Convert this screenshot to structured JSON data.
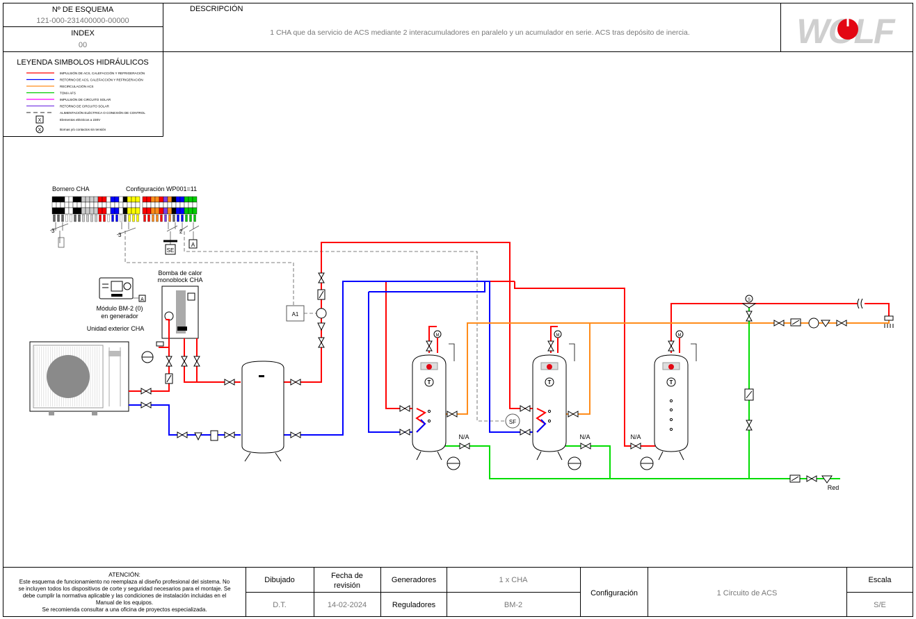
{
  "header": {
    "scheme_label": "Nº DE ESQUEMA",
    "scheme_number": "121-000-231400000-00000",
    "index_label": "INDEX",
    "index_value": "00",
    "description_label": "DESCRIPCIÓN",
    "description_text": "1 CHA que da servicio de ACS mediante 2 interacumuladores en paralelo y un acumulador en serie. ACS tras depósito de inercia.",
    "logo_text": "WOLF"
  },
  "legend": {
    "title": "LEYENDA SIMBOLOS HIDRÁULICOS",
    "items": [
      {
        "color": "#ff0000",
        "label": "IMPULSIÓN DE ACS, CALEFACCIÓN Y REFRIGERACIÓN"
      },
      {
        "color": "#0000ff",
        "label": "RETORNO DE ACS, CALEFACCIÓN Y REFRIGERACIÓN"
      },
      {
        "color": "#ff8c1a",
        "label": "RECIRCULACIÓN ACS"
      },
      {
        "color": "#00cc00",
        "label": "TOMA AFS"
      },
      {
        "color": "#ff00ff",
        "label": "IMPULSIÓN DE CIRCUITO SOLAR"
      },
      {
        "color": "#7b3fe4",
        "label": "RETORNO DE CIRCUITO SOLAR"
      },
      {
        "color": "#555555",
        "label": "ALIMENTACIÓN ELÉCTRICA O CONEXIÓN DE CONTROL"
      }
    ],
    "symbol_items": [
      {
        "symbol": "X",
        "label": "Elementos eléctricos a 230V"
      },
      {
        "symbol": "X",
        "label": "Bornas y/o contactos sin tensión"
      }
    ]
  },
  "diagram": {
    "bornero_label": "Bornero CHA",
    "config_label": "Configuración WP001=11",
    "heat_pump_label_1": "Bomba de calor",
    "heat_pump_label_2": "monoblock CHA",
    "module_label_1": "Módulo BM-2 (0)",
    "module_label_2": "en generador",
    "outdoor_unit_label": "Unidad exterior CHA",
    "a1_label": "A1",
    "sf_label": "SF",
    "se_label": "SE",
    "a_label": "A",
    "na_label": "N/A",
    "red_label": "Red",
    "wire_count": "3",
    "wire_count_2": "2",
    "sensor_t": "T",
    "motor_m": "M",
    "valve_s": "S"
  },
  "footer": {
    "attention_title": "ATENCIÓN:",
    "attention_lines": [
      "Este esquema de funcionamiento no reemplaza al diseño profesional del sistema. No",
      "se incluyen todos los dispositivos de corte y seguridad necesarios para el montaje. Se",
      "debe cumplir la normativa aplicable y las condiciones de instalación incluidas en el",
      "Manual de los equipos.",
      "Se recomienda consultar a una oficina de proyectos especializada."
    ],
    "drawn_label": "Dibujado",
    "drawn_value": "D.T.",
    "revision_label_1": "Fecha de",
    "revision_label_2": "revisión",
    "revision_value": "14-02-2024",
    "generators_label": "Generadores",
    "generators_value": "1 x CHA",
    "regulators_label": "Reguladores",
    "regulators_value": "BM-2",
    "config_label": "Configuración",
    "config_value": "1 Circuito de ACS",
    "scale_label": "Escala",
    "scale_value": "S/E"
  },
  "colors": {
    "supply": "#ff0000",
    "return": "#0000ff",
    "recirculation": "#ff8c1a",
    "cold_water": "#00dd00",
    "control": "#555555"
  }
}
